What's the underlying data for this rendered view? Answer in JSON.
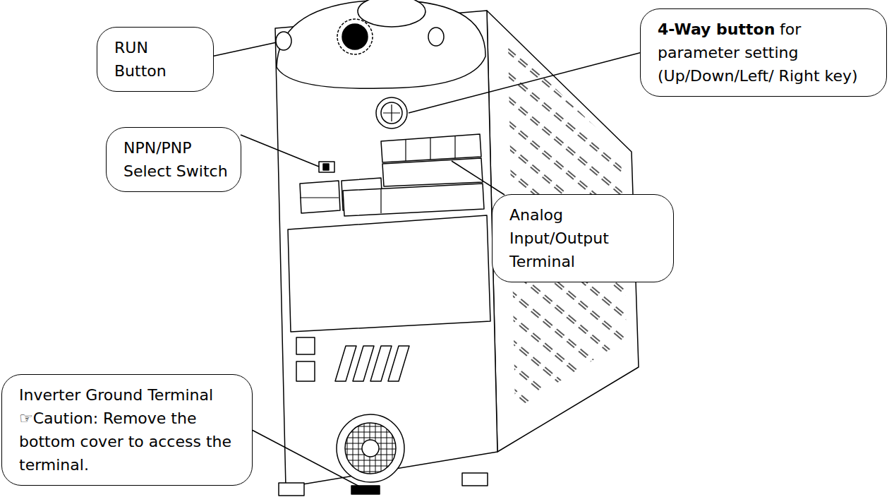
{
  "diagram": {
    "nodes": [
      {
        "text": [
          "RUN Button"
        ]
      },
      {
        "text": [
          "4-Way button",
          "for parameter setting (Up/Down/Left/ Right key)"
        ]
      },
      {
        "text": [
          "NPN/PNP Select Switch"
        ]
      },
      {
        "text": [
          "Analog Input/Output Terminal"
        ]
      },
      {
        "text": [
          "Inverter Ground Terminal",
          "☞Caution: Remove the bottom cover to access the terminal."
        ]
      }
    ]
  }
}
